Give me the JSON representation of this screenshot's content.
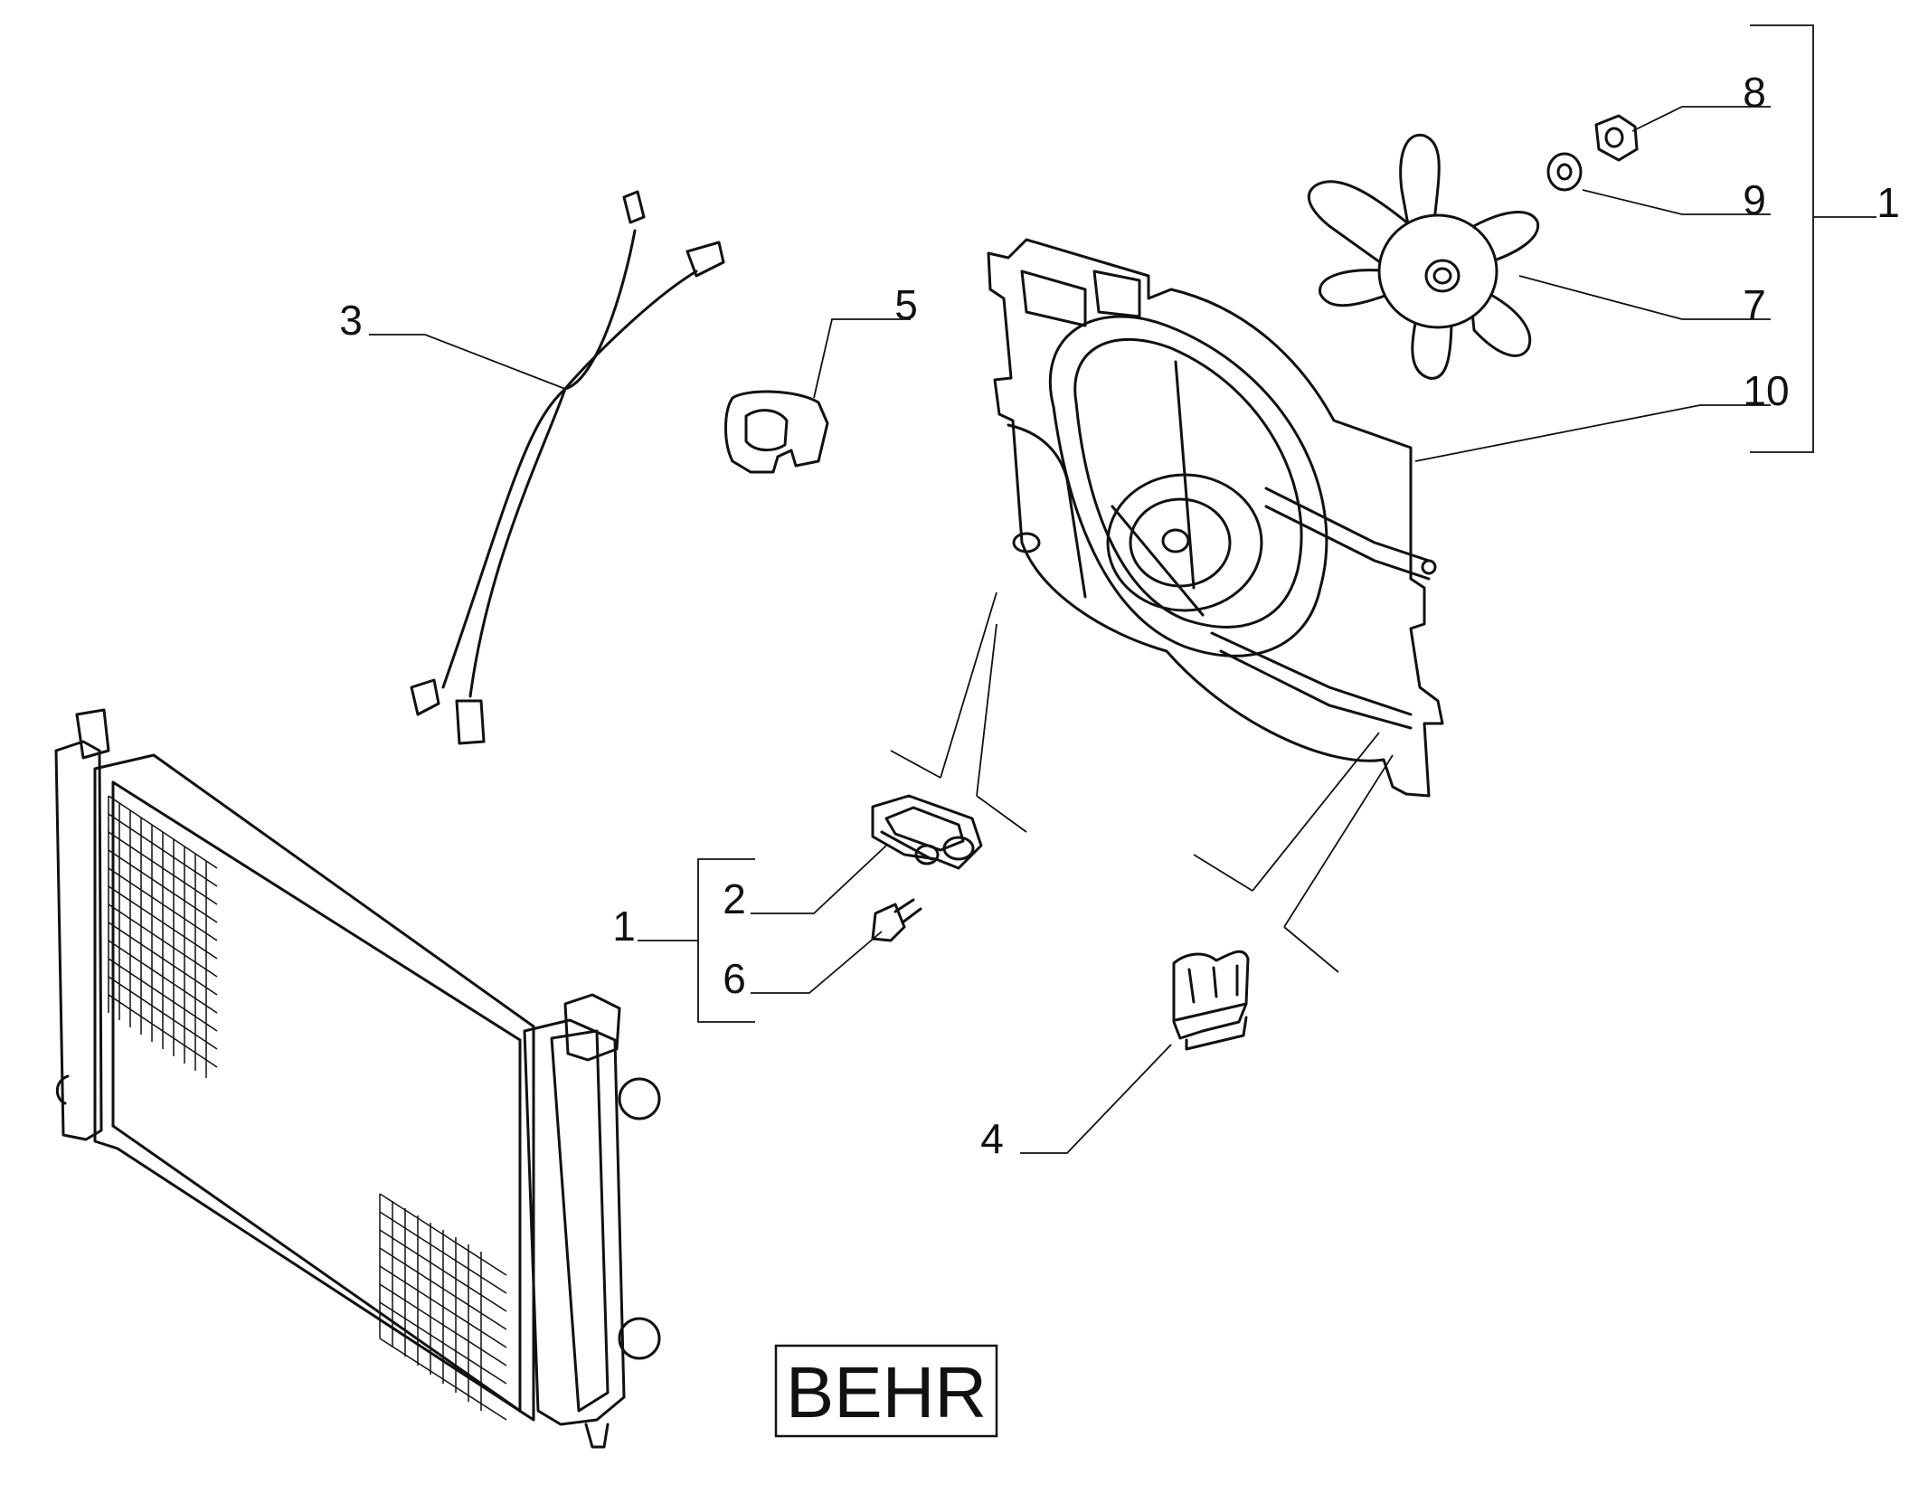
{
  "diagram": {
    "callouts": [
      {
        "id": "c8",
        "label": "8"
      },
      {
        "id": "c9",
        "label": "9"
      },
      {
        "id": "c7",
        "label": "7"
      },
      {
        "id": "c10",
        "label": "10"
      },
      {
        "id": "c1a",
        "label": "1"
      },
      {
        "id": "c3",
        "label": "3"
      },
      {
        "id": "c5",
        "label": "5"
      },
      {
        "id": "c2",
        "label": "2"
      },
      {
        "id": "c6",
        "label": "6"
      },
      {
        "id": "c1b",
        "label": "1"
      },
      {
        "id": "c4",
        "label": "4"
      }
    ],
    "badge": "BEHR"
  }
}
